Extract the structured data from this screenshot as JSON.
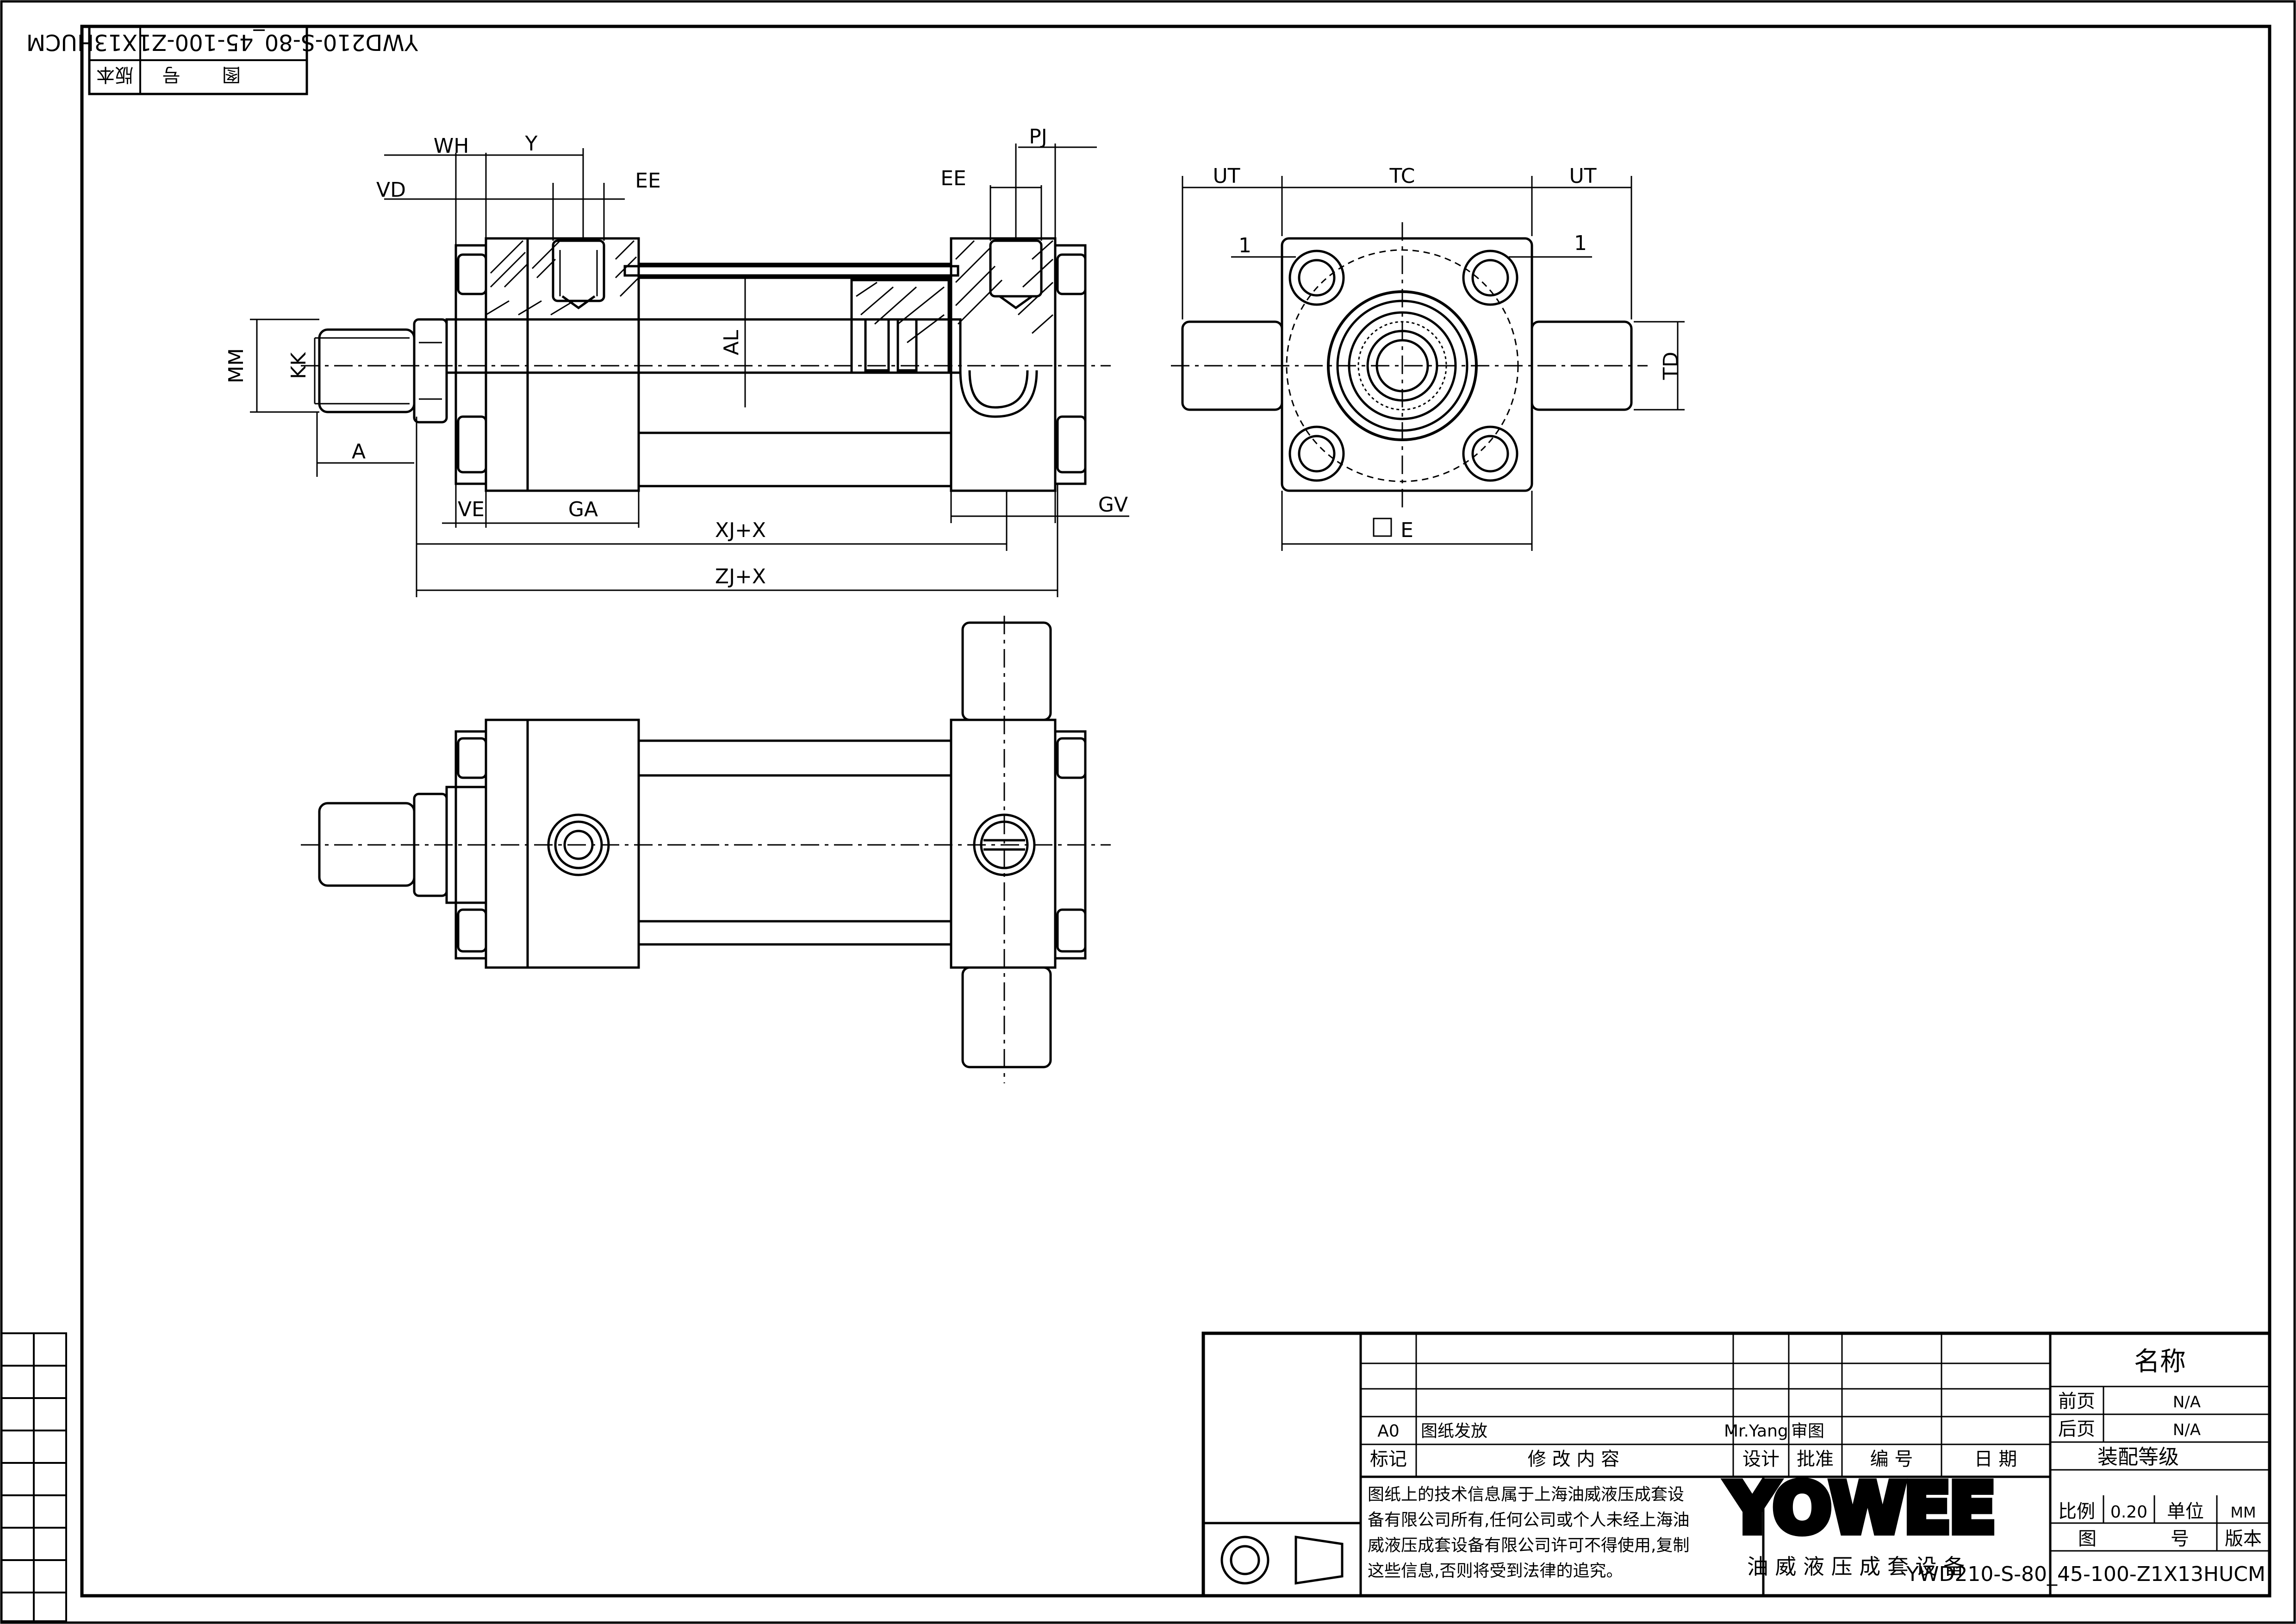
{
  "drawing": {
    "number": "YWD210-S-80_45-100-Z1X13HUCM",
    "corner_label_version": "版本",
    "corner_label_drawing": "图",
    "corner_label_number": "号"
  },
  "dimensions": {
    "side_view": [
      "WH",
      "Y",
      "VD",
      "EE",
      "EE",
      "PJ",
      "MM",
      "KK",
      "AL",
      "A",
      "VE",
      "GA",
      "GV",
      "XJ+X",
      "ZJ+X"
    ],
    "end_view": [
      "UT",
      "TC",
      "UT",
      "1",
      "1",
      "TD",
      "E"
    ]
  },
  "title_block": {
    "revision_row": {
      "mark": "A0",
      "description": "图纸发放",
      "designer": "Mr.Yang",
      "checker": "审图"
    },
    "header_mark": "标记",
    "header_content": "修 改 内 容",
    "header_design": "设计",
    "header_approve": "批准",
    "header_number": "编 号",
    "header_date": "日 期",
    "notice_lines": [
      "图纸上的技术信息属于上海油威液压成套设",
      "备有限公司所有,任何公司或个人未经上海油",
      "威液压成套设备有限公司许可不得使用,复制",
      "这些信息,否则将受到法律的追究。"
    ],
    "logo_text": "YOWEE",
    "company": "油 威 液 压 成 套 设 备",
    "name_label": "名称",
    "prev_page_label": "前页",
    "prev_page_value": "N/A",
    "next_page_label": "后页",
    "next_page_value": "N/A",
    "assembly_level_label": "装配等级",
    "scale_label": "比例",
    "scale_value": "0.20",
    "unit_label": "单位",
    "unit_value": "MM",
    "drawing_label": "图",
    "number_label": "号",
    "version_label": "版本"
  }
}
